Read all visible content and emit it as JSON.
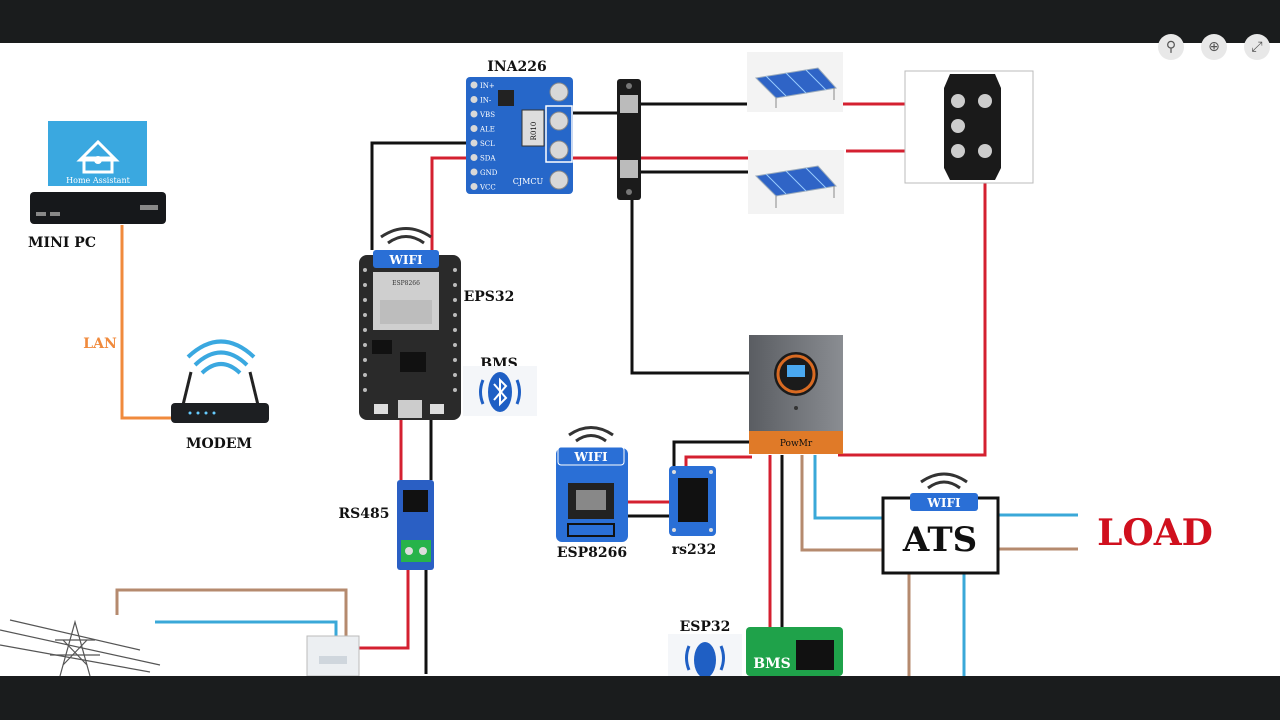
{
  "toolbar": {
    "icons": [
      "search-icon",
      "zoom-icon",
      "expand-icon"
    ]
  },
  "labels": {
    "mini_pc": "MINI PC",
    "home_assistant": "Home Assistant",
    "lan": "LAN",
    "modem": "MODEM",
    "ina226": "INA226",
    "ina_pins": [
      "IN+",
      "IN-",
      "VBS",
      "ALE",
      "SCL",
      "SDA",
      "GND",
      "VCC"
    ],
    "ina_chip": "R010",
    "ina_brand": "CJMCU",
    "eps32": "EPS32",
    "wifi": "WIFI",
    "esp_module": "ESP8266",
    "bms_bt": "BMS",
    "rs485": "RS485",
    "esp8266": "ESP8266",
    "rs232": "rs232",
    "esp32": "ESP32",
    "bms_board": "BMS",
    "inverter_brand": "PowMr",
    "ats": "ATS",
    "load": "LOAD"
  },
  "colors": {
    "red_wire": "#d42030",
    "black_wire": "#111111",
    "lan_wire": "#f08a3c",
    "blue_wire": "#3aa8d8",
    "brown_wire": "#b58a6e",
    "load_text": "#d0101e",
    "wifi_badge": "#2a6fd6"
  }
}
